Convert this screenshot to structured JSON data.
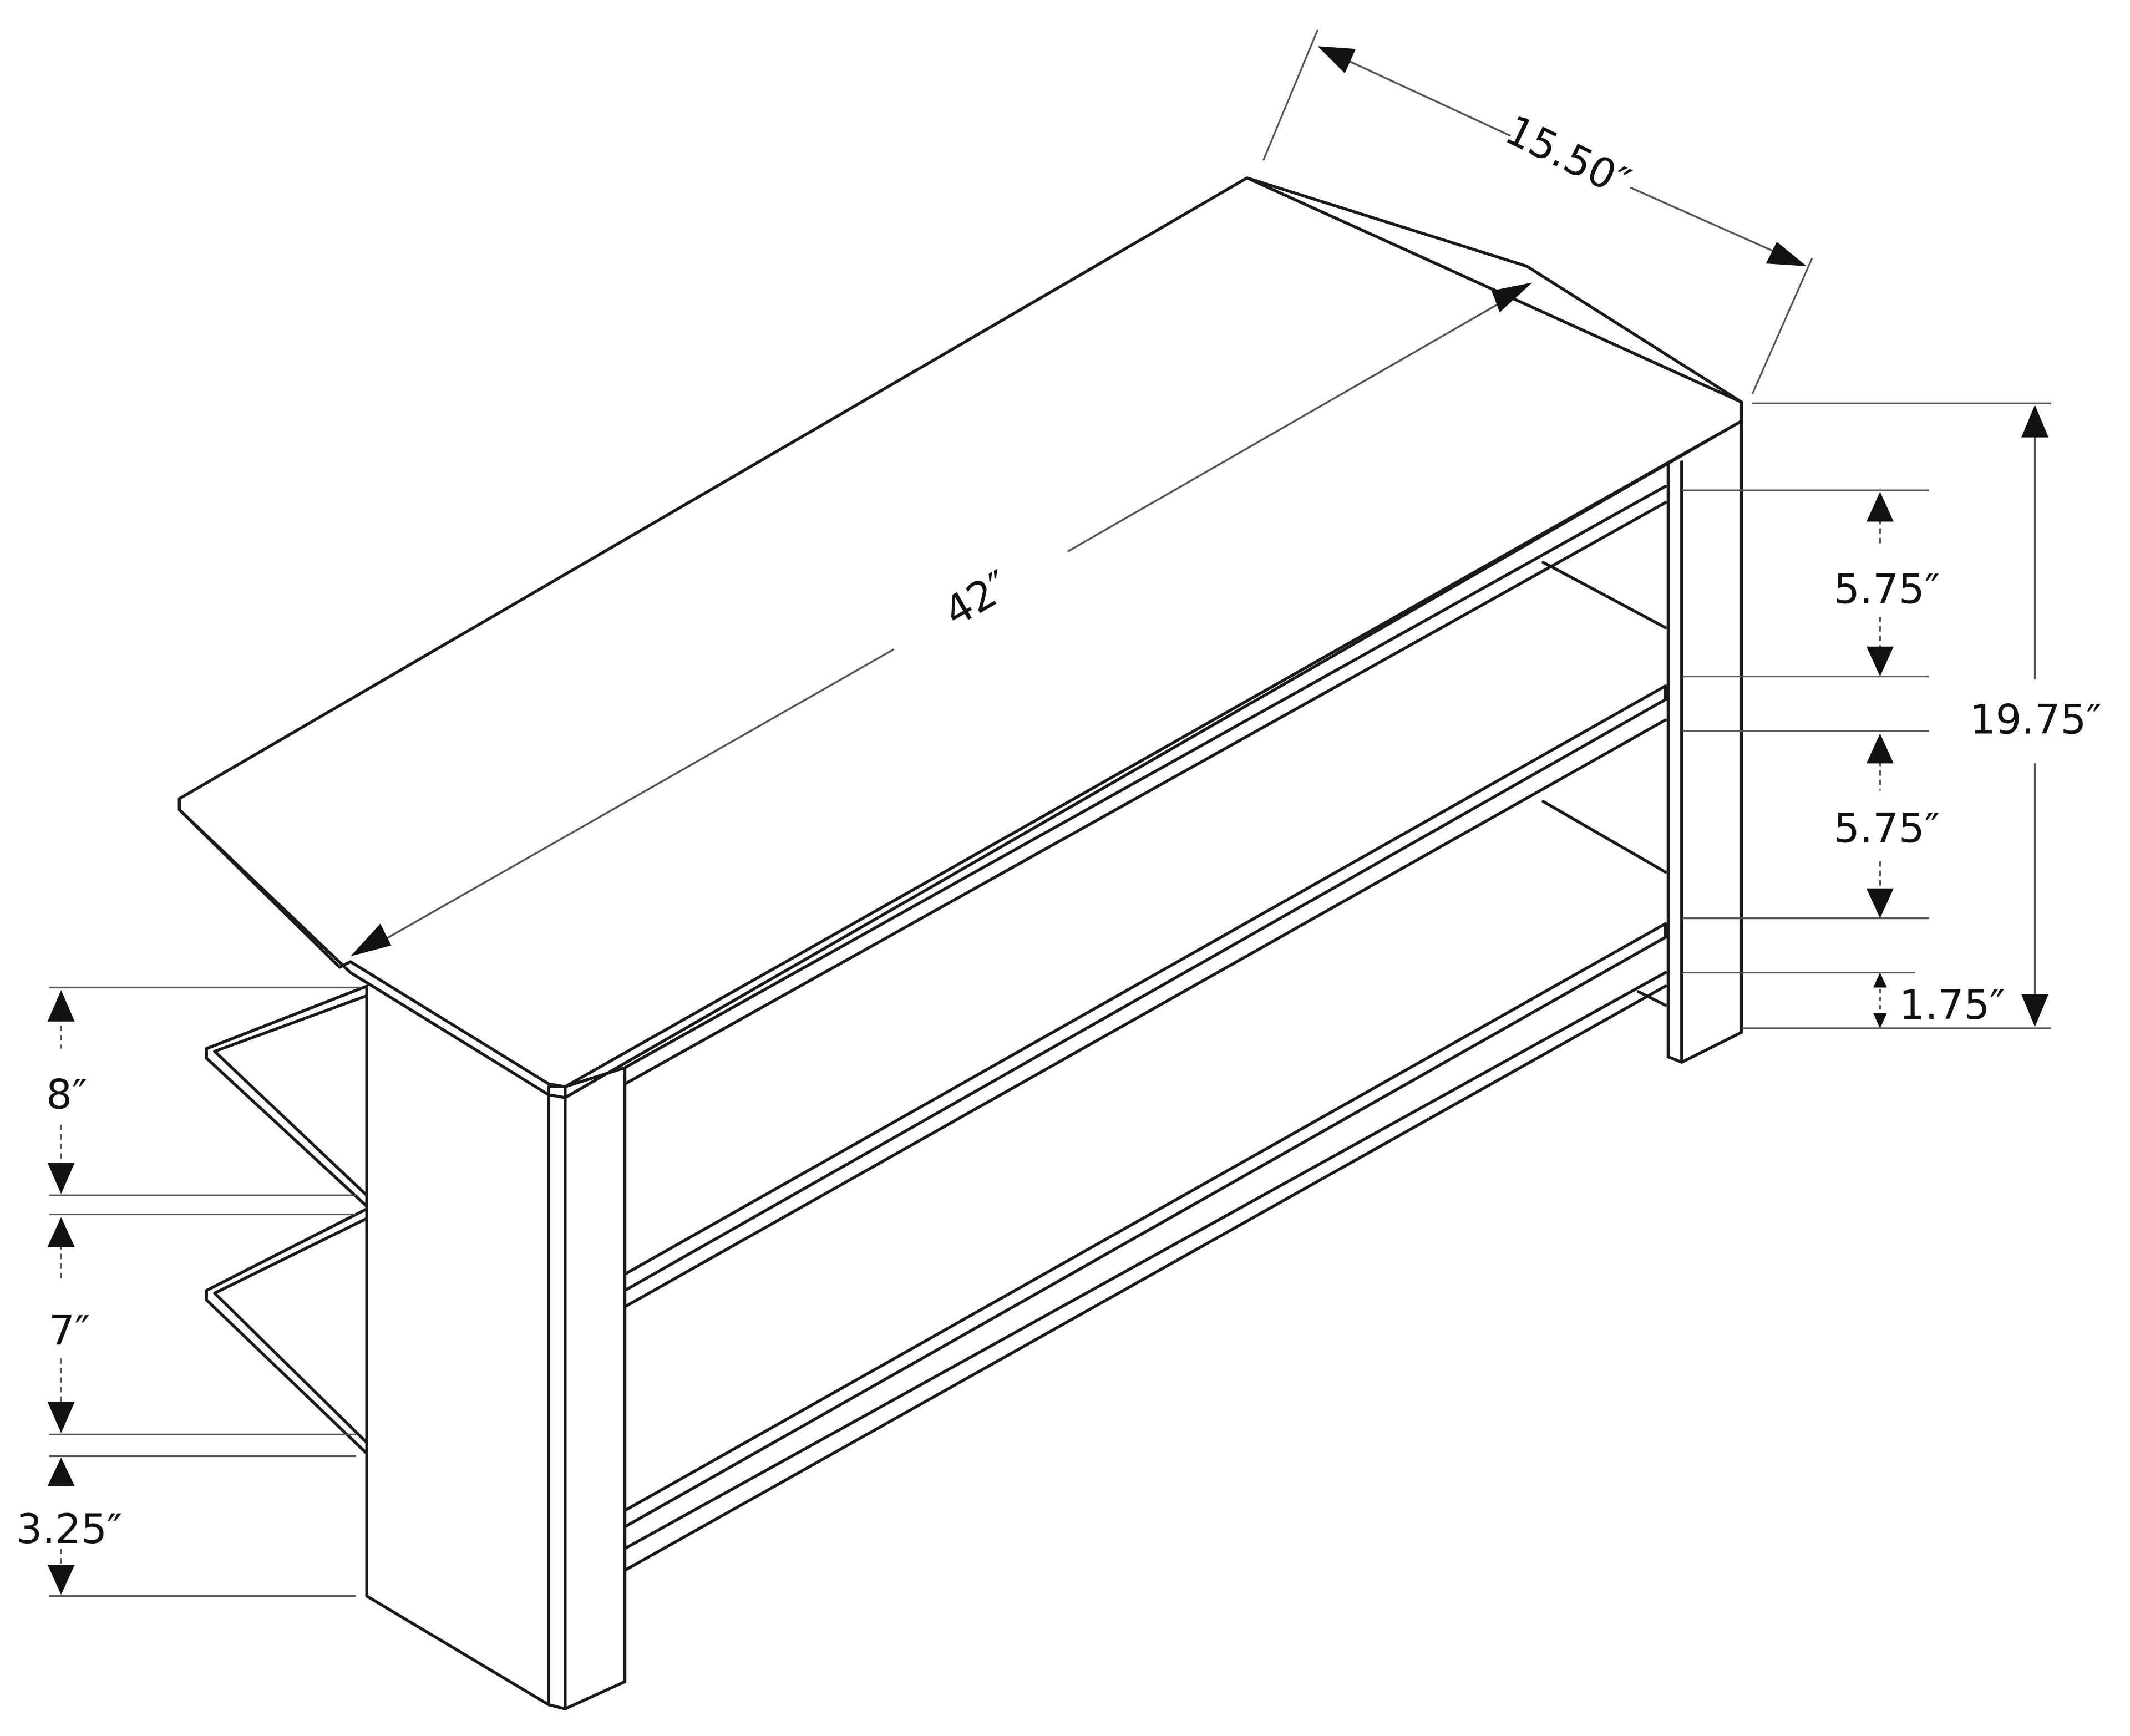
{
  "title": "Corner TV stand dimension drawing",
  "colors": {
    "background": "#ffffff",
    "line": "#1a1a1a",
    "dimension_line": "#555555",
    "text": "#111111"
  },
  "units": "inches",
  "dimensions": {
    "depth": "15.50″",
    "width": "42″",
    "total_height": "19.75″",
    "right_upper_shelf_gap": "5.75″",
    "right_lower_shelf_gap": "5.75″",
    "right_base_clearance": "1.75″",
    "left_upper_shelf_gap": "8″",
    "left_middle_shelf_gap": "7″",
    "left_base_clearance": "3.25″"
  }
}
